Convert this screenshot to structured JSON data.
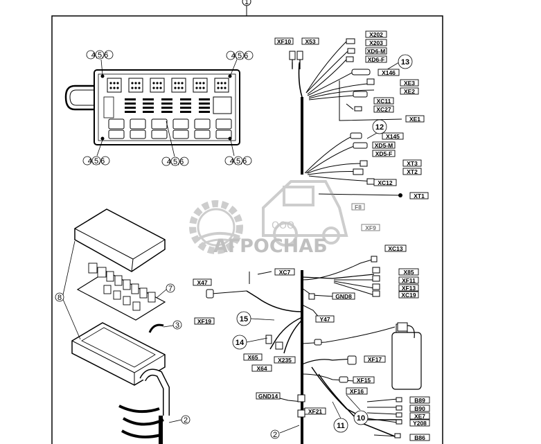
{
  "figure": {
    "top_callout": "1",
    "board_callouts": [
      "4,5,6",
      "4,5,6",
      "4,5,6",
      "4,5,6",
      "4,5,6"
    ],
    "part_callouts": {
      "box_cover": "8",
      "relay_board": "7",
      "grommet": "3",
      "harness_main": "2",
      "harness_lower": "2",
      "harness_15": "15",
      "harness_14": "14",
      "harness_13": "13",
      "harness_12": "12",
      "harness_11": "11",
      "harness_10": "10"
    },
    "connectors_top_right": [
      "XF10",
      "X53",
      "X202",
      "X203",
      "XD6-M",
      "XD6-F",
      "X146",
      "XE3",
      "XE2",
      "XC11",
      "XC27",
      "XE1",
      "X145",
      "XD5-M",
      "XD5-F",
      "XT3",
      "XT2",
      "XC12",
      "XT1",
      "F8",
      "XF9"
    ],
    "connectors_bottom": [
      "XC13",
      "XC7",
      "X85",
      "XF11",
      "XF13",
      "XC19",
      "X47",
      "GND8",
      "XF19",
      "Y47",
      "X65",
      "X235",
      "X64",
      "XF17",
      "XF15",
      "GND14",
      "XF16",
      "XF21",
      "B89",
      "B90",
      "XE7",
      "Y208",
      "B86"
    ]
  },
  "watermark": {
    "prefix": "ООО",
    "name": "АГРОСНАБ"
  }
}
